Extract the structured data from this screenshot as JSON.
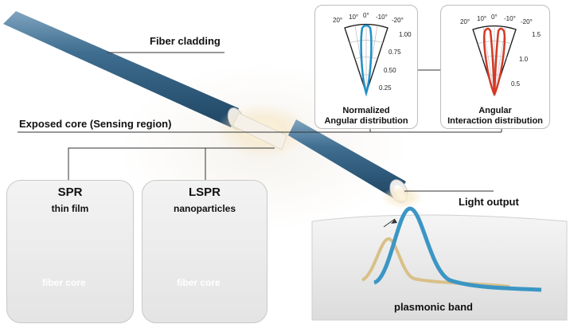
{
  "labels": {
    "fiber_cladding": "Fiber cladding",
    "exposed_core": "Exposed core (Sensing region)",
    "light_output": "Light output",
    "plasmonic_band": "plasmonic band"
  },
  "panels": {
    "spr": {
      "title": "SPR",
      "subtitle": "thin film",
      "core_label": "fiber core"
    },
    "lspr": {
      "title": "LSPR",
      "subtitle": "nanoparticles",
      "core_label": "fiber core"
    }
  },
  "insets": {
    "normalized": {
      "caption_line1": "Normalized",
      "caption_line2": "Angular distribution",
      "angle_ticks": [
        "20°",
        "10°",
        "0°",
        "-10°",
        "-20°"
      ],
      "radial_ticks": [
        "1.00",
        "0.75",
        "0.50",
        "0.25"
      ]
    },
    "interaction": {
      "caption_line1": "Angular",
      "caption_line2": "Interaction distribution",
      "angle_ticks": [
        "20°",
        "10°",
        "0°",
        "-10°",
        "-20°"
      ],
      "radial_ticks": [
        "1.5",
        "1.0",
        "0.5"
      ]
    }
  },
  "colors": {
    "fiber_blue": "#3f6e90",
    "lobe_blue": "#1f8fc7",
    "lobe_red": "#d43a26",
    "gold_curve": "#d9c089",
    "blue_curve": "#3b96c4"
  }
}
